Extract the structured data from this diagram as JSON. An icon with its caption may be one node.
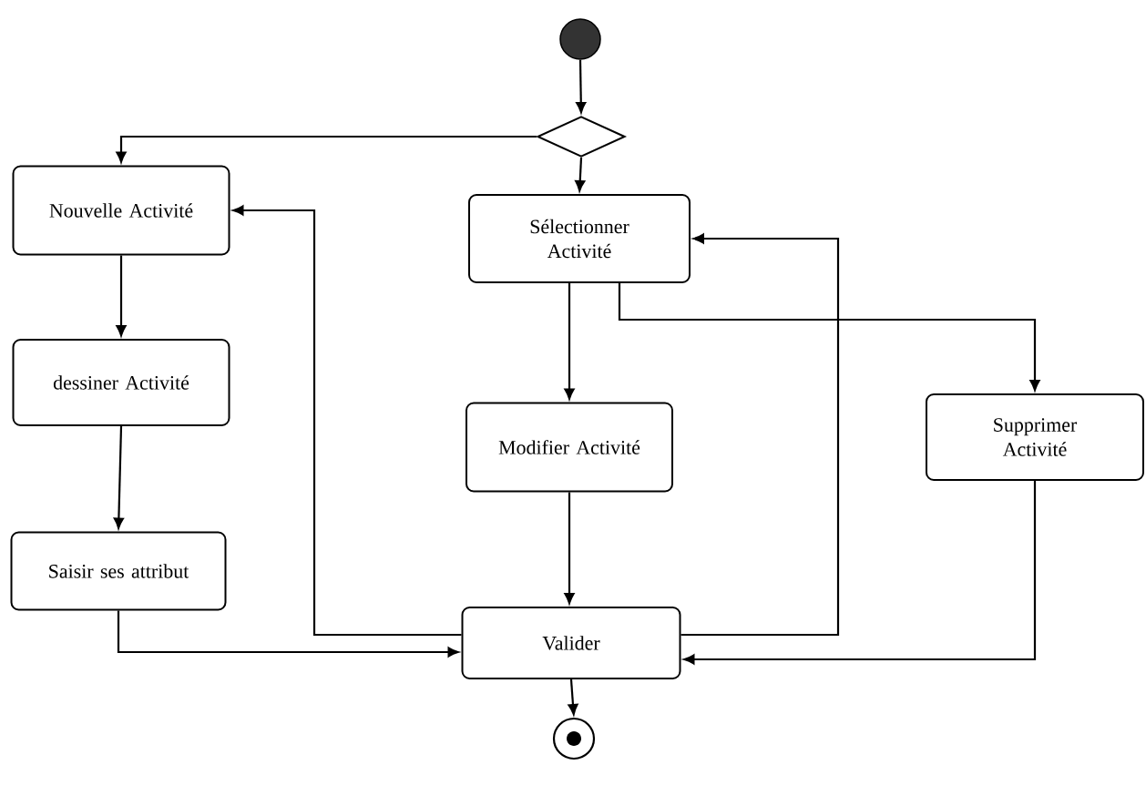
{
  "diagram": {
    "nodes": [
      {
        "text": [],
        "shape": "circle"
      },
      {
        "text": [],
        "shape": "diamond"
      },
      {
        "text": [
          "Nouvelle Activité"
        ]
      },
      {
        "text": [
          "dessiner Activité"
        ]
      },
      {
        "text": [
          "Saisir ses attribut"
        ]
      },
      {
        "text": [
          "Sélectionner Activité"
        ]
      },
      {
        "text": [
          "Modifier Activité"
        ]
      },
      {
        "text": [
          "Supprimer Activité"
        ]
      },
      {
        "text": [
          "Valider"
        ]
      },
      {
        "text": [],
        "shape": "bullseye"
      }
    ],
    "edges": [
      {
        "from": 0,
        "to": 1,
        "arrow": "to"
      },
      {
        "from": 1,
        "to": 2,
        "arrow": "to"
      },
      {
        "from": 1,
        "to": 5,
        "arrow": "to"
      },
      {
        "from": 2,
        "to": 3,
        "arrow": "to"
      },
      {
        "from": 3,
        "to": 4,
        "arrow": "to"
      },
      {
        "from": 4,
        "to": 8,
        "arrow": "to"
      },
      {
        "from": 5,
        "to": 6,
        "arrow": "to"
      },
      {
        "from": 5,
        "to": 7,
        "arrow": "to"
      },
      {
        "from": 6,
        "to": 8,
        "arrow": "to"
      },
      {
        "from": 7,
        "to": 8,
        "arrow": "to"
      },
      {
        "from": 8,
        "to": 2,
        "arrow": "to"
      },
      {
        "from": 8,
        "to": 5,
        "arrow": "to"
      },
      {
        "from": 8,
        "to": 9,
        "arrow": "to"
      }
    ]
  }
}
